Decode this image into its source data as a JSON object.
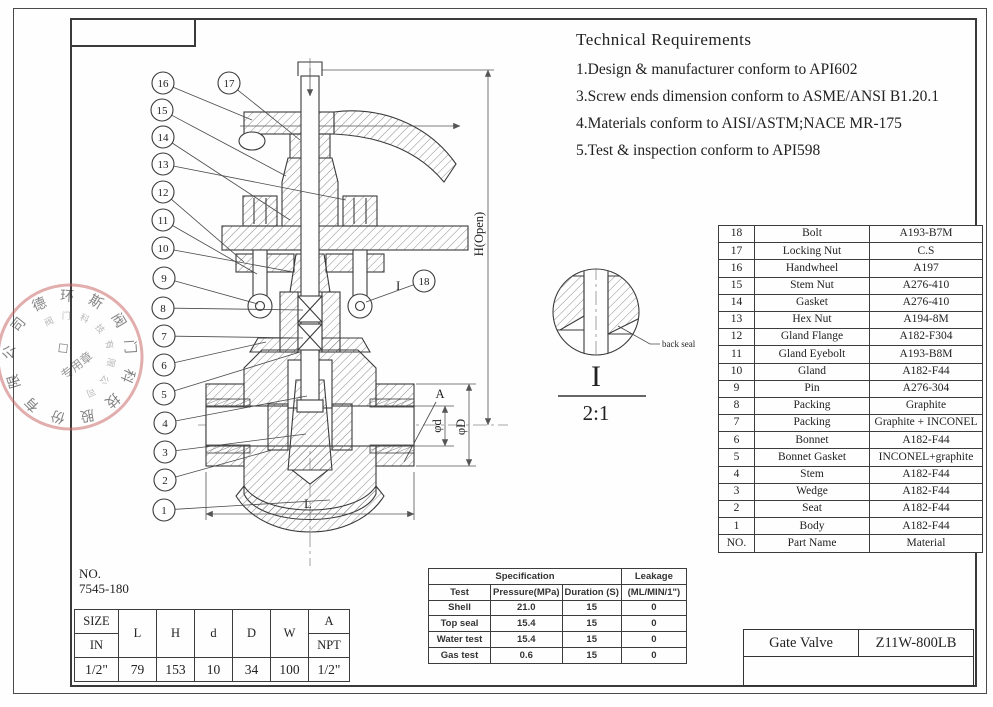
{
  "tech": {
    "title": "Technical Requirements",
    "items": [
      "1.Design & manufacturer conform to API602",
      "3.Screw ends dimension conform to ASME/ANSI B1.20.1",
      "4.Materials conform to AISI/ASTM;NACE MR-175",
      "5.Test & inspection conform to API598"
    ]
  },
  "parts": {
    "rows": [
      {
        "no": "18",
        "name": "Bolt",
        "material": "A193-B7M"
      },
      {
        "no": "17",
        "name": "Locking Nut",
        "material": "C.S"
      },
      {
        "no": "16",
        "name": "Handwheel",
        "material": "A197"
      },
      {
        "no": "15",
        "name": "Stem Nut",
        "material": "A276-410"
      },
      {
        "no": "14",
        "name": "Gasket",
        "material": "A276-410"
      },
      {
        "no": "13",
        "name": "Hex Nut",
        "material": "A194-8M"
      },
      {
        "no": "12",
        "name": "Gland Flange",
        "material": "A182-F304"
      },
      {
        "no": "11",
        "name": "Gland Eyebolt",
        "material": "A193-B8M"
      },
      {
        "no": "10",
        "name": "Gland",
        "material": "A182-F44"
      },
      {
        "no": "9",
        "name": "Pin",
        "material": "A276-304"
      },
      {
        "no": "8",
        "name": "Packing",
        "material": "Graphite"
      },
      {
        "no": "7",
        "name": "Packing",
        "material": "Graphite + INCONEL"
      },
      {
        "no": "6",
        "name": "Bonnet",
        "material": "A182-F44"
      },
      {
        "no": "5",
        "name": "Bonnet Gasket",
        "material": "INCONEL+graphite"
      },
      {
        "no": "4",
        "name": "Stem",
        "material": "A182-F44"
      },
      {
        "no": "3",
        "name": "Wedge",
        "material": "A182-F44"
      },
      {
        "no": "2",
        "name": "Seat",
        "material": "A182-F44"
      },
      {
        "no": "1",
        "name": "Body",
        "material": "A182-F44"
      }
    ],
    "footer": {
      "no": "NO.",
      "name": "Part Name",
      "material": "Material"
    }
  },
  "spec": {
    "h1": {
      "specification": "Specification",
      "leakage": "Leakage"
    },
    "h2": {
      "test": "Test",
      "pressure": "Pressure(MPa)",
      "duration": "Duration (S)",
      "leakage": "(ML/MIN/1\")"
    },
    "rows": [
      {
        "test": "Shell",
        "pressure": "21.0",
        "duration": "15",
        "leakage": "0"
      },
      {
        "test": "Top seal",
        "pressure": "15.4",
        "duration": "15",
        "leakage": "0"
      },
      {
        "test": "Water test",
        "pressure": "15.4",
        "duration": "15",
        "leakage": "0"
      },
      {
        "test": "Gas test",
        "pressure": "0.6",
        "duration": "15",
        "leakage": "0"
      }
    ]
  },
  "size": {
    "header": {
      "size": "SIZE",
      "in": "IN",
      "cols": [
        "L",
        "H",
        "d",
        "D",
        "W"
      ],
      "a": "A",
      "npt": "NPT"
    },
    "values": [
      "1/2\"",
      "79",
      "153",
      "10",
      "34",
      "100",
      "1/2\""
    ]
  },
  "no_block": {
    "label": "NO.",
    "value": "7545-180"
  },
  "title_block": {
    "name": "Gate Valve",
    "model": "Z11W-800LB"
  },
  "detail": {
    "label": "I",
    "scale": "2:1",
    "annotation": "back seal"
  },
  "dims": {
    "L": "L",
    "A": "A",
    "d": "φd",
    "D": "φD",
    "H": "H(Open)"
  },
  "balloons": [
    "1",
    "2",
    "3",
    "4",
    "5",
    "6",
    "7",
    "8",
    "9",
    "10",
    "11",
    "12",
    "13",
    "14",
    "15",
    "16",
    "17",
    "18"
  ],
  "stamp": {
    "ring": "德环斯阀门科技股份有限公司",
    "ring2": "阀门科技有限公司",
    "center": "专用章",
    "mark": "◇"
  }
}
